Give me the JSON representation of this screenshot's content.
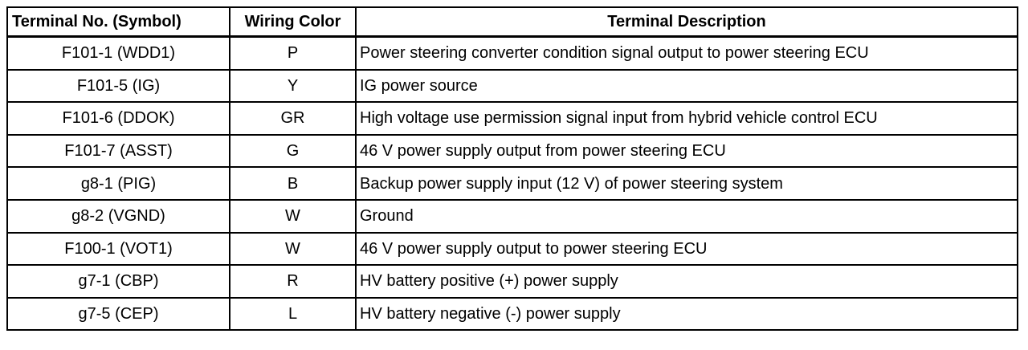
{
  "table": {
    "headers": {
      "terminal": "Terminal No. (Symbol)",
      "color": "Wiring Color",
      "description": "Terminal Description"
    },
    "rows": [
      {
        "terminal": "F101-1 (WDD1)",
        "color": "P",
        "description": "Power steering converter condition signal output to power steering ECU"
      },
      {
        "terminal": "F101-5 (IG)",
        "color": "Y",
        "description": "IG power source"
      },
      {
        "terminal": "F101-6 (DDOK)",
        "color": "GR",
        "description": "High voltage use permission signal input from hybrid vehicle control ECU"
      },
      {
        "terminal": "F101-7 (ASST)",
        "color": "G",
        "description": "46 V power supply output from power steering ECU"
      },
      {
        "terminal": "g8-1 (PIG)",
        "color": "B",
        "description": "Backup power supply input (12 V) of power steering system"
      },
      {
        "terminal": "g8-2 (VGND)",
        "color": "W",
        "description": "Ground"
      },
      {
        "terminal": "F100-1 (VOT1)",
        "color": "W",
        "description": "46 V power supply output to power steering ECU"
      },
      {
        "terminal": "g7-1 (CBP)",
        "color": "R",
        "description": "HV battery positive (+) power supply"
      },
      {
        "terminal": "g7-5 (CEP)",
        "color": "L",
        "description": "HV battery negative (-) power supply"
      }
    ]
  }
}
